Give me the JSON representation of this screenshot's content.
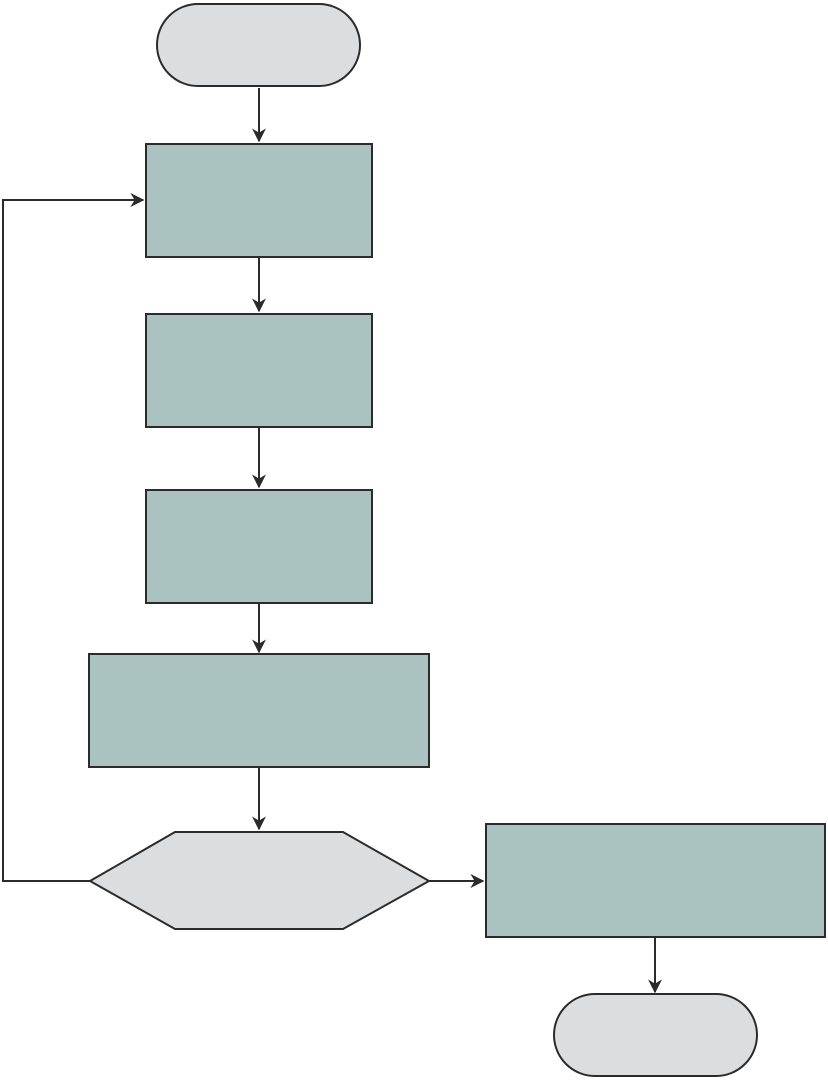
{
  "colors": {
    "background": "#ffffff",
    "terminal_fill": "#dcdddf",
    "process_fill": "#aac3c0",
    "decision_fill": "#dcdddf",
    "stroke": "#2b2b2b"
  },
  "flowchart": {
    "nodes": [
      {
        "id": "start",
        "shape": "terminal",
        "label": ""
      },
      {
        "id": "step-1",
        "shape": "process",
        "label": ""
      },
      {
        "id": "step-2",
        "shape": "process",
        "label": ""
      },
      {
        "id": "step-3",
        "shape": "process",
        "label": ""
      },
      {
        "id": "step-4",
        "shape": "process",
        "label": ""
      },
      {
        "id": "decision",
        "shape": "decision",
        "label": ""
      },
      {
        "id": "step-5",
        "shape": "process",
        "label": ""
      },
      {
        "id": "end",
        "shape": "terminal",
        "label": ""
      }
    ],
    "edges": [
      {
        "from": "start",
        "to": "step-1"
      },
      {
        "from": "step-1",
        "to": "step-2"
      },
      {
        "from": "step-2",
        "to": "step-3"
      },
      {
        "from": "step-3",
        "to": "step-4"
      },
      {
        "from": "step-4",
        "to": "decision"
      },
      {
        "from": "decision",
        "to": "step-1",
        "label": ""
      },
      {
        "from": "decision",
        "to": "step-5",
        "label": ""
      },
      {
        "from": "step-5",
        "to": "end"
      }
    ]
  }
}
